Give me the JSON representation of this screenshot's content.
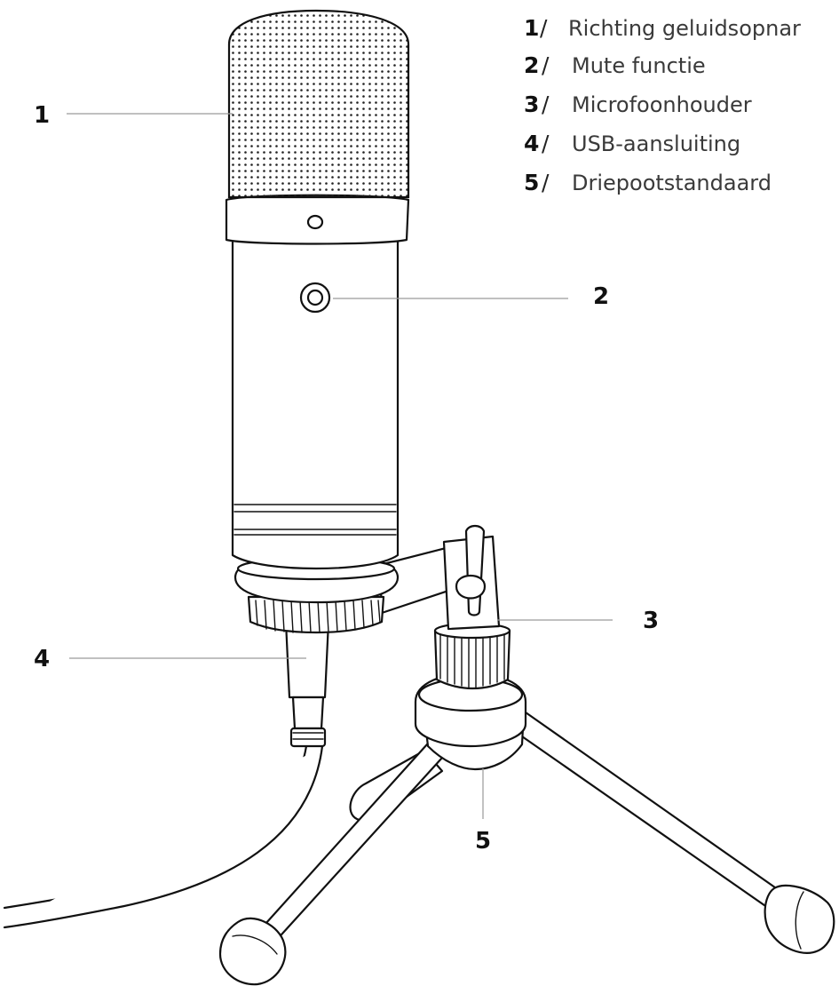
{
  "legend": [
    {
      "num": "1",
      "slash": "/",
      "text": "Richting geluidsopnar"
    },
    {
      "num": "2",
      "slash": "/",
      "text": "Mute functie"
    },
    {
      "num": "3",
      "slash": "/",
      "text": "Microfoonhouder"
    },
    {
      "num": "4",
      "slash": "/",
      "text": "USB-aansluiting"
    },
    {
      "num": "5",
      "slash": "/",
      "text": "Driepootstandaard"
    }
  ],
  "callouts": {
    "c1": "1",
    "c2": "2",
    "c3": "3",
    "c4": "4",
    "c5": "5"
  },
  "colors": {
    "ink": "#111111",
    "leader": "#9a9a9a",
    "text": "#3a3a3a"
  }
}
